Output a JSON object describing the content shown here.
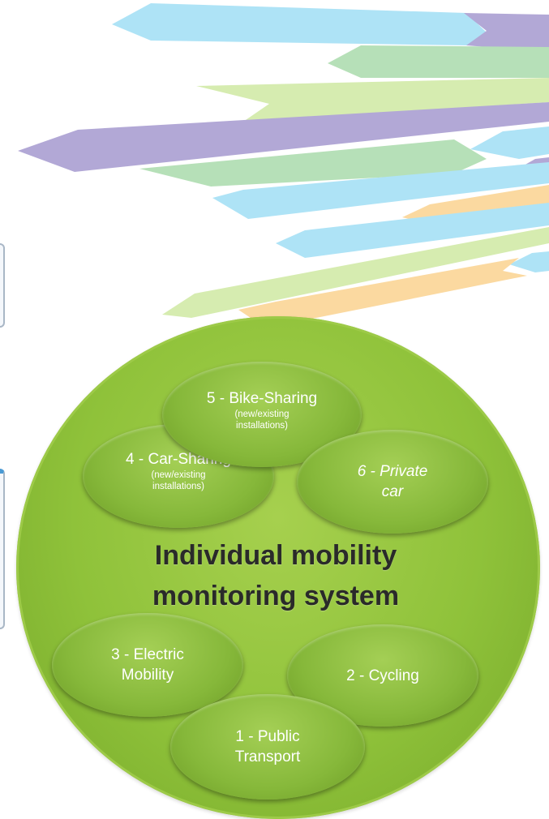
{
  "title": {
    "line1": "Individual mobility",
    "line2": "monitoring system"
  },
  "nodes": {
    "bike_sharing": {
      "label": "5 - Bike-Sharing",
      "sub1": "(new/existing",
      "sub2": "installations)"
    },
    "car_sharing": {
      "label": "4 - Car-Sharing",
      "sub1": "(new/existing",
      "sub2": "installations)"
    },
    "private_car": {
      "label1": "6 - Private",
      "label2": "car"
    },
    "electric": {
      "label1": "3 - Electric",
      "label2": "Mobility"
    },
    "cycling": {
      "label": "2 - Cycling"
    },
    "public_transport": {
      "label1": "1 - Public",
      "label2": "Transport"
    }
  },
  "colors": {
    "arrow_blue": "#aee3f6",
    "arrow_green": "#b6e0b8",
    "arrow_lime": "#d6ecb0",
    "arrow_purple": "#b2a8d6",
    "arrow_orange": "#fbd9a0",
    "circle_green": "#8fc23a"
  }
}
